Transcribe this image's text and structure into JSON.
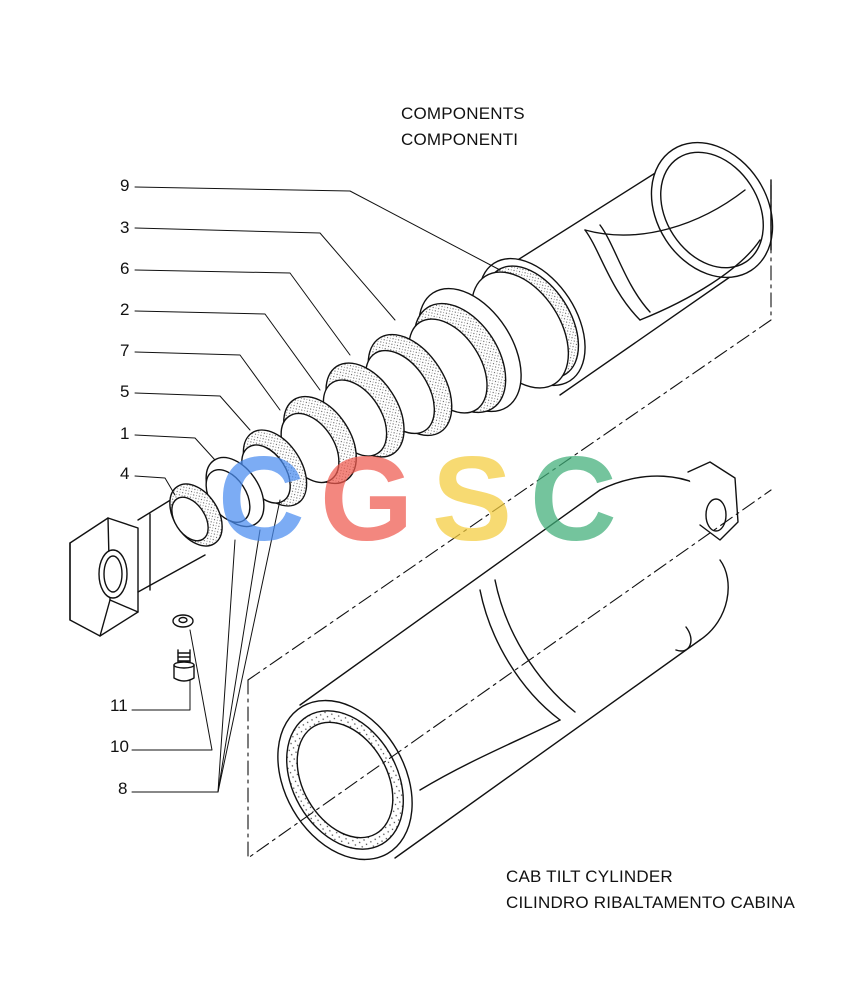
{
  "header": {
    "line1": "COMPONENTS",
    "line2": "COMPONENTI"
  },
  "footer": {
    "line1": "CAB  TILT  CYLINDER",
    "line2": "CILINDRO RIBALTAMENTO CABINA"
  },
  "callouts": [
    "9",
    "3",
    "6",
    "2",
    "7",
    "5",
    "1",
    "4",
    "11",
    "10",
    "8"
  ],
  "watermark": {
    "letters": [
      "C",
      "G",
      "S",
      "C"
    ],
    "colors": [
      "#4a8df0",
      "#ef5a4e",
      "#f4cc3c",
      "#3fae78"
    ]
  }
}
